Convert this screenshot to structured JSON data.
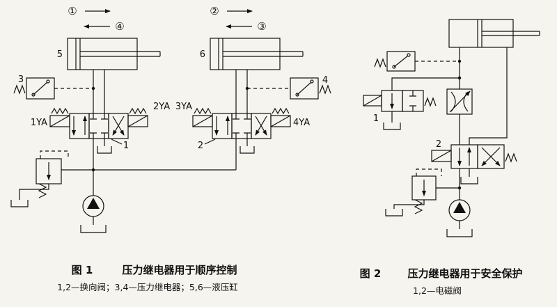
{
  "figure1": {
    "motion": {
      "step1": "①",
      "step2": "②",
      "step3": "③",
      "step4": "④"
    },
    "labels": {
      "cylinder5": "5",
      "cylinder6": "6",
      "relay3": "3",
      "relay4": "4",
      "solenoid_1ya": "1YA",
      "solenoid_2ya": "2YA",
      "solenoid_3ya": "3YA",
      "solenoid_4ya": "4YA",
      "valve1": "1",
      "valve2": "2"
    },
    "caption": {
      "fig_no": "图 1",
      "title": "压力继电器用于顺序控制",
      "legend": "1,2—换向阀；3,4—压力继电器；5,6—液压缸"
    }
  },
  "figure2": {
    "labels": {
      "valve1": "1",
      "valve2": "2"
    },
    "caption": {
      "fig_no": "图 2",
      "title": "压力继电器用于安全保护",
      "legend": "1,2—电磁阀"
    }
  }
}
